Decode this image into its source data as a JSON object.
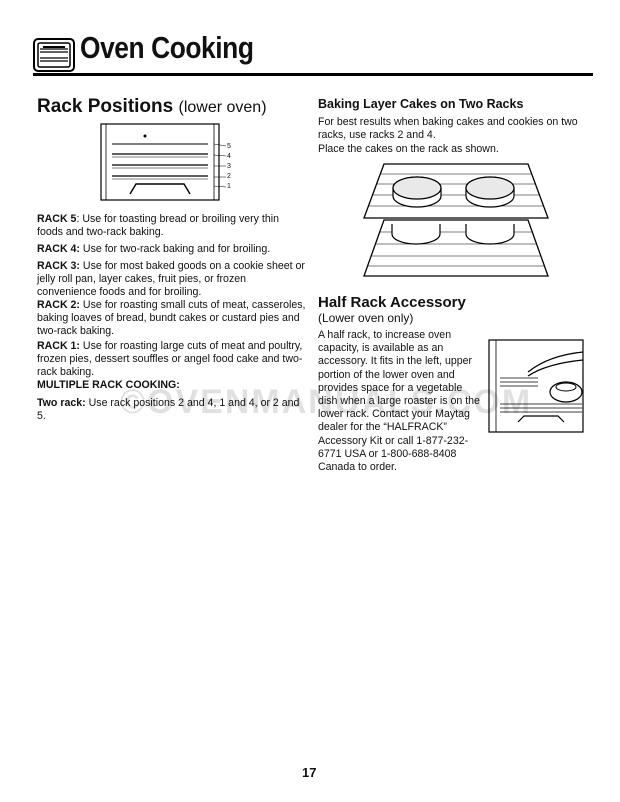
{
  "header": {
    "title": "Oven Cooking"
  },
  "rack_positions": {
    "title": "Rack Positions",
    "subtitle": "(lower oven)",
    "diagram_labels": [
      "5",
      "4",
      "3",
      "2",
      "1"
    ],
    "items": [
      {
        "label": "RACK 5",
        "sep": ":",
        "text": " Use for toasting bread or broiling very thin foods and two-rack baking."
      },
      {
        "label": "RACK 4:",
        "sep": "",
        "text": " Use for two-rack baking and for broiling."
      },
      {
        "label": "RACK 3:",
        "sep": "",
        "text": " Use for most baked goods on a cookie sheet or jelly roll pan, layer cakes, fruit pies, or frozen convenience foods and for broiling."
      },
      {
        "label": "RACK 2:",
        "sep": "",
        "text": " Use for roasting small cuts of meat, casseroles, baking loaves of bread, bundt cakes or custard pies and two-rack baking."
      },
      {
        "label": "RACK 1:",
        "sep": "",
        "text": " Use for roasting large cuts of meat and poultry, frozen pies, dessert souffles or angel food cake and two-rack baking."
      }
    ],
    "multiple_heading": "MULTIPLE RACK COOKING:",
    "two_rack_label": "Two rack:",
    "two_rack_text": " Use rack positions 2 and 4, 1 and 4, or 2 and 5."
  },
  "layer_cakes": {
    "title": "Baking Layer Cakes on Two Racks",
    "p1": "For best results when baking cakes and cookies on two racks, use racks 2 and 4.",
    "p2": "Place the cakes on the rack as shown."
  },
  "half_rack": {
    "title": "Half Rack Accessory",
    "subtitle": "(Lower oven only)",
    "body": "A half rack, to increase oven capacity, is available as an accessory. It fits in the left, upper portion of the lower oven and provides space for a vegetable dish when a large roaster is on the lower rack. Contact your Maytag dealer for the “HALFRACK” Accessory Kit or call 1-877-232-6771 USA or 1-800-688-8408 Canada to order."
  },
  "watermark": "©OVENMANUALS.COM",
  "page_number": "17"
}
